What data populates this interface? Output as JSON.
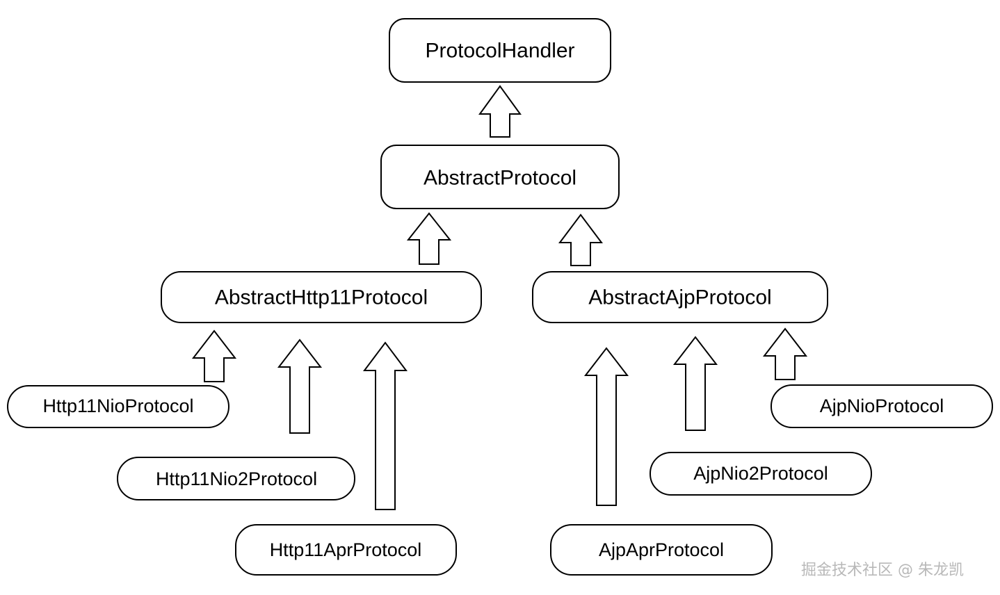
{
  "diagram": {
    "nodes": [
      {
        "id": "protocol-handler",
        "label": "ProtocolHandler"
      },
      {
        "id": "abstract-protocol",
        "label": "AbstractProtocol"
      },
      {
        "id": "abstract-http11-protocol",
        "label": "AbstractHttp11Protocol"
      },
      {
        "id": "abstract-ajp-protocol",
        "label": "AbstractAjpProtocol"
      },
      {
        "id": "http11-nio-protocol",
        "label": "Http11NioProtocol"
      },
      {
        "id": "http11-nio2-protocol",
        "label": "Http11Nio2Protocol"
      },
      {
        "id": "http11-apr-protocol",
        "label": "Http11AprProtocol"
      },
      {
        "id": "ajp-nio-protocol",
        "label": "AjpNioProtocol"
      },
      {
        "id": "ajp-nio2-protocol",
        "label": "AjpNio2Protocol"
      },
      {
        "id": "ajp-apr-protocol",
        "label": "AjpAprProtocol"
      }
    ],
    "edges": [
      {
        "from": "abstract-protocol",
        "to": "protocol-handler"
      },
      {
        "from": "abstract-http11-protocol",
        "to": "abstract-protocol"
      },
      {
        "from": "abstract-ajp-protocol",
        "to": "abstract-protocol"
      },
      {
        "from": "http11-nio-protocol",
        "to": "abstract-http11-protocol"
      },
      {
        "from": "http11-nio2-protocol",
        "to": "abstract-http11-protocol"
      },
      {
        "from": "http11-apr-protocol",
        "to": "abstract-http11-protocol"
      },
      {
        "from": "ajp-apr-protocol",
        "to": "abstract-ajp-protocol"
      },
      {
        "from": "ajp-nio2-protocol",
        "to": "abstract-ajp-protocol"
      },
      {
        "from": "ajp-nio-protocol",
        "to": "abstract-ajp-protocol"
      }
    ]
  },
  "watermark": "掘金技术社区 @ 朱龙凯"
}
